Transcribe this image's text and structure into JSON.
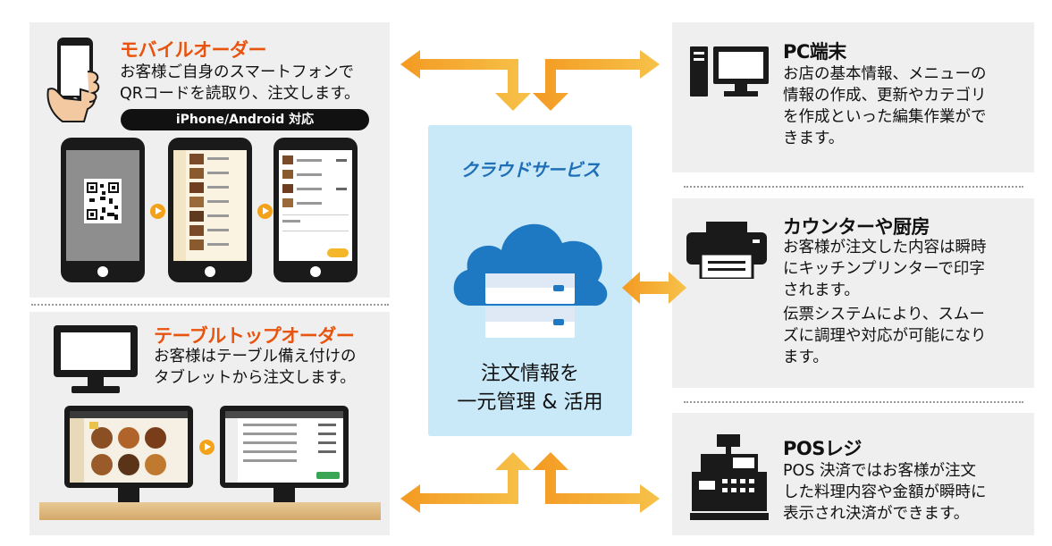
{
  "center": {
    "title": "クラウドサービス",
    "line1": "注文情報を",
    "line2": "一元管理 & 活用"
  },
  "mobile": {
    "title": "モバイルオーダー",
    "desc1": "お客様ご自身のスマートフォンで",
    "desc2": "QRコードを読取り、注文します。",
    "badge": "iPhone/Android 対応"
  },
  "tabletop": {
    "title": "テーブルトップオーダー",
    "desc1": "お客様はテーブル備え付けの",
    "desc2": "タブレットから注文します。"
  },
  "pc": {
    "title": "PC端末",
    "desc1": "お店の基本情報、メニューの",
    "desc2": "情報の作成、更新やカテゴリ",
    "desc3": "を作成といった編集作業がで",
    "desc4": "きます。"
  },
  "counter": {
    "title": "カウンターや厨房",
    "desc1": "お客様が注文した内容は瞬時",
    "desc2": "にキッチンプリンターで印字",
    "desc3": "されます。",
    "desc4": "伝票システムにより、スムー",
    "desc5": "ズに調理や対応が可能になり",
    "desc6": "ます。"
  },
  "pos": {
    "title": "POSレジ",
    "desc1": "POS 決済ではお客様が注文",
    "desc2": "した料理内容や金額が瞬時に",
    "desc3": "表示され決済ができます。"
  },
  "colors": {
    "arrow": "#f4a62a",
    "accent": "#e8540e",
    "cloud": "#1e78c2",
    "cloudBox": "#c9e8f8",
    "panel": "#efefef"
  }
}
